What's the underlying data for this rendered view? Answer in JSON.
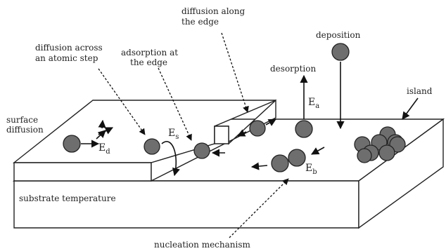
{
  "labels": {
    "surface_diffusion_1": "surface",
    "surface_diffusion_2": "diffusion",
    "step_diffusion_1": "diffusion across",
    "step_diffusion_2": "an atomic step",
    "adsorption_1": "adsorption at",
    "adsorption_2": "the edge",
    "edge_diffusion_1": "diffusion along",
    "edge_diffusion_2": "the edge",
    "desorption": "desorption",
    "deposition": "deposition",
    "island": "island",
    "substrate": "substrate temperature",
    "nucleation": "nucleation mechanism"
  },
  "energies": {
    "ed_main": "E",
    "ed_sub": "d",
    "es_main": "E",
    "es_sub": "s",
    "ea_main": "E",
    "ea_sub": "a",
    "eb_main": "E",
    "eb_sub": "b"
  },
  "colors": {
    "atom_fill": "#6e6e6e",
    "line": "#222222",
    "background": "#ffffff"
  }
}
